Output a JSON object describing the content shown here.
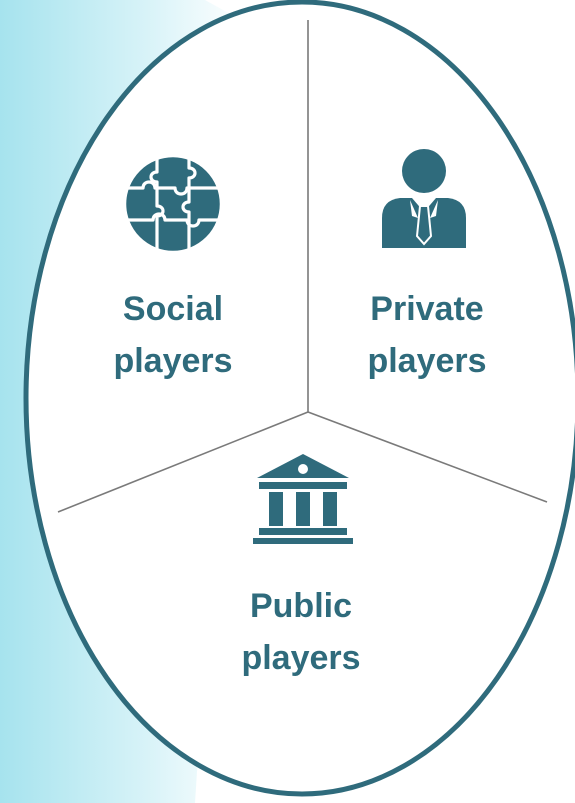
{
  "segments": [
    {
      "id": "social",
      "line1": "Social",
      "line2": "players",
      "icon": "puzzle-globe-icon"
    },
    {
      "id": "private",
      "line1": "Private",
      "line2": "players",
      "icon": "businessman-icon"
    },
    {
      "id": "public",
      "line1": "Public",
      "line2": "players",
      "icon": "government-building-icon"
    }
  ],
  "colors": {
    "accent": "#2f6b7c",
    "divider": "#7a7a7a",
    "background_gradient_start": "#a8e4ef",
    "background_gradient_end": "#ffffff"
  }
}
